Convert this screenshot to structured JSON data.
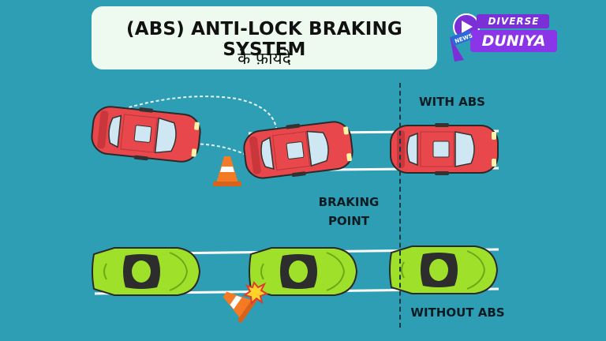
{
  "title": {
    "line1": "(ABS) ANTI-LOCK BRAKING SYSTEM",
    "line2": "के फ़ायदे"
  },
  "labels": {
    "with_abs": "WITH ABS",
    "braking_line1": "BRAKING",
    "braking_line2": "POINT",
    "without_abs": "WITHOUT ABS"
  },
  "logo": {
    "top": "DIVERSE",
    "badge": "NEWS",
    "bottom": "DUNIYA"
  },
  "colors": {
    "background": "#2e9eb4",
    "red_car": "#e8474c",
    "green_car": "#9fe02a",
    "cone": "#f47a25",
    "logo_purple": "#7b2fd6"
  },
  "icons": [
    "red-car-icon",
    "green-car-icon",
    "traffic-cone-icon",
    "crash-spark-icon",
    "microphone-logo-icon"
  ]
}
